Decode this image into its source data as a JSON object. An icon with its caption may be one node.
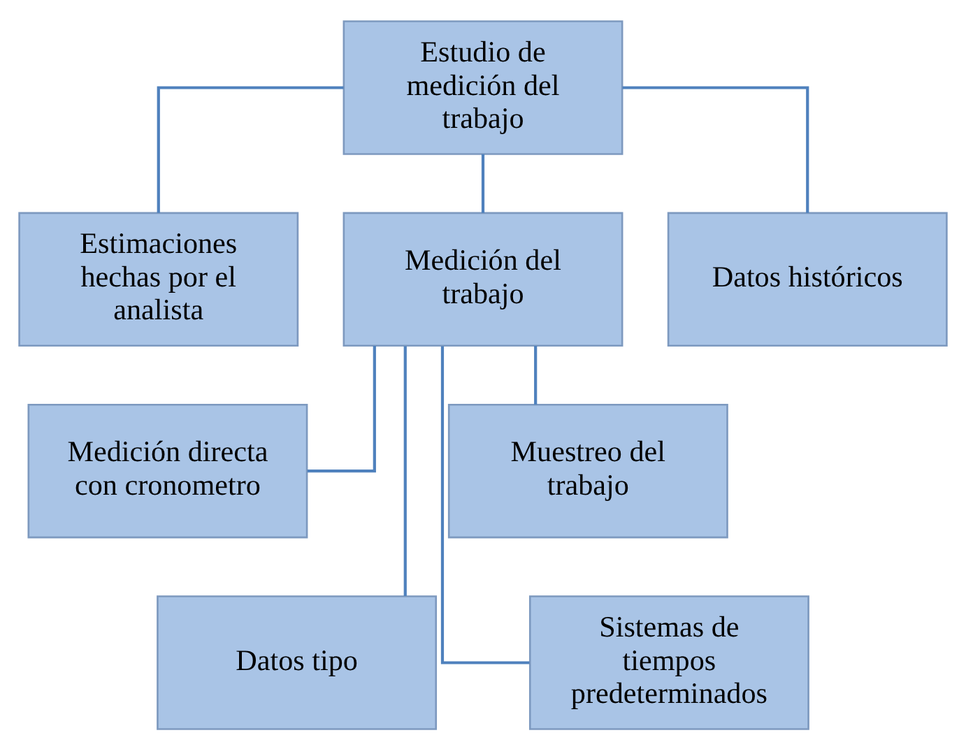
{
  "diagram": {
    "nodes": [
      {
        "text": [
          "Estudio de medición del trabajo"
        ]
      },
      {
        "text": [
          "Estimaciones hechas por el analista"
        ]
      },
      {
        "text": [
          "Medición del trabajo"
        ]
      },
      {
        "text": [
          "Datos históricos"
        ]
      },
      {
        "text": [
          "Medición directa con cronometro"
        ]
      },
      {
        "text": [
          "Muestreo del trabajo"
        ]
      },
      {
        "text": [
          "Datos tipo"
        ]
      },
      {
        "text": [
          "Sistemas de tiempos predeterminados"
        ]
      }
    ],
    "edges": [
      {
        "from": 0,
        "to": 1,
        "arrow": "none"
      },
      {
        "from": 0,
        "to": 2,
        "arrow": "none"
      },
      {
        "from": 0,
        "to": 3,
        "arrow": "none"
      },
      {
        "from": 2,
        "to": 4,
        "arrow": "none"
      },
      {
        "from": 2,
        "to": 5,
        "arrow": "none"
      },
      {
        "from": 2,
        "to": 6,
        "arrow": "none"
      },
      {
        "from": 2,
        "to": 7,
        "arrow": "none"
      }
    ]
  }
}
